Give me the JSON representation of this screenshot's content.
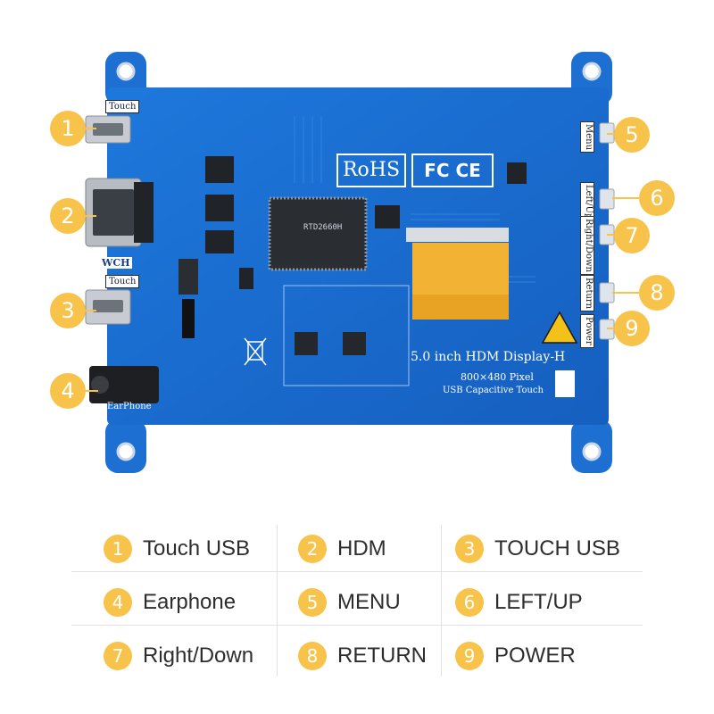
{
  "board": {
    "model_text": "5.0 inch HDM  Display-H",
    "pixel_text": "800×480 Pixel",
    "touch_text": "USB Capacitive Touch",
    "rohs": "RoHS",
    "fcc": "FC CE",
    "chip_text": "RTD2660H",
    "wch": "WCH",
    "touch_port_label_1": "Touch",
    "touch_port_label_2": "Touch",
    "earphone_label": "EarPhone",
    "button_labels": [
      "Menu",
      "Left/Up",
      "Right/Down",
      "Return",
      "Power"
    ]
  },
  "callouts": [
    "1",
    "2",
    "3",
    "4",
    "5",
    "6",
    "7",
    "8",
    "9"
  ],
  "legend": [
    {
      "num": "1",
      "label": "Touch USB"
    },
    {
      "num": "2",
      "label": "HDM"
    },
    {
      "num": "3",
      "label": "TOUCH USB"
    },
    {
      "num": "4",
      "label": "Earphone"
    },
    {
      "num": "5",
      "label": "MENU"
    },
    {
      "num": "6",
      "label": "LEFT/UP"
    },
    {
      "num": "7",
      "label": "Right/Down"
    },
    {
      "num": "8",
      "label": "RETURN"
    },
    {
      "num": "9",
      "label": "POWER"
    }
  ],
  "colors": {
    "pcb": "#1a6fd4",
    "badge": "#f7c34a",
    "flex": "#f2b233"
  }
}
